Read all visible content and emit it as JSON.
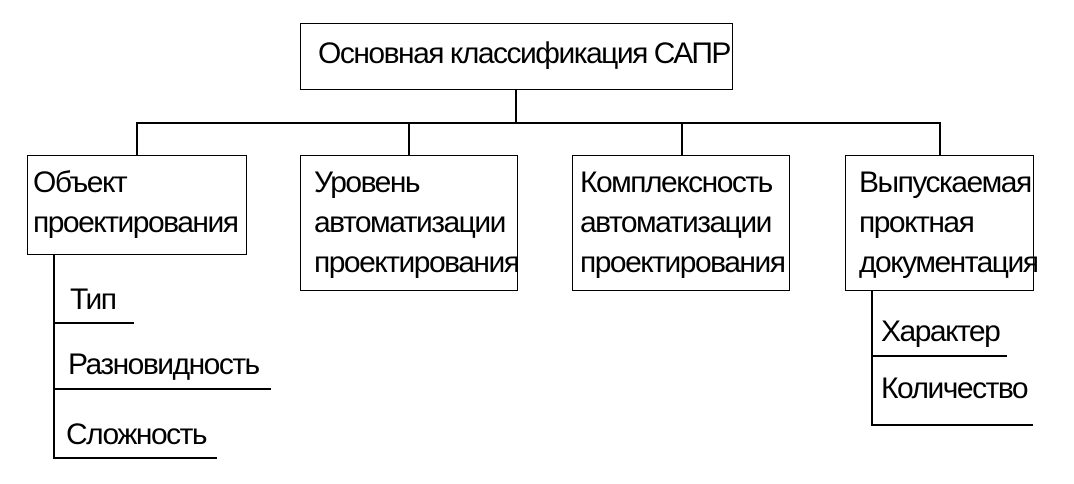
{
  "diagram": {
    "root": {
      "label": "Основная классификация САПР"
    },
    "categories": [
      {
        "lines": [
          "Объект",
          "проектирования"
        ]
      },
      {
        "lines": [
          "Уровень",
          "автоматизации",
          "проектирования"
        ]
      },
      {
        "lines": [
          "Комплексность",
          "автоматизации",
          "проектирования"
        ]
      },
      {
        "lines": [
          "Выпускаемая",
          "проктная",
          "документация"
        ]
      }
    ],
    "object_subitems": [
      "Тип",
      "Разновидность",
      "Сложность"
    ],
    "docs_subitems": [
      "Характер",
      "Количество"
    ]
  }
}
